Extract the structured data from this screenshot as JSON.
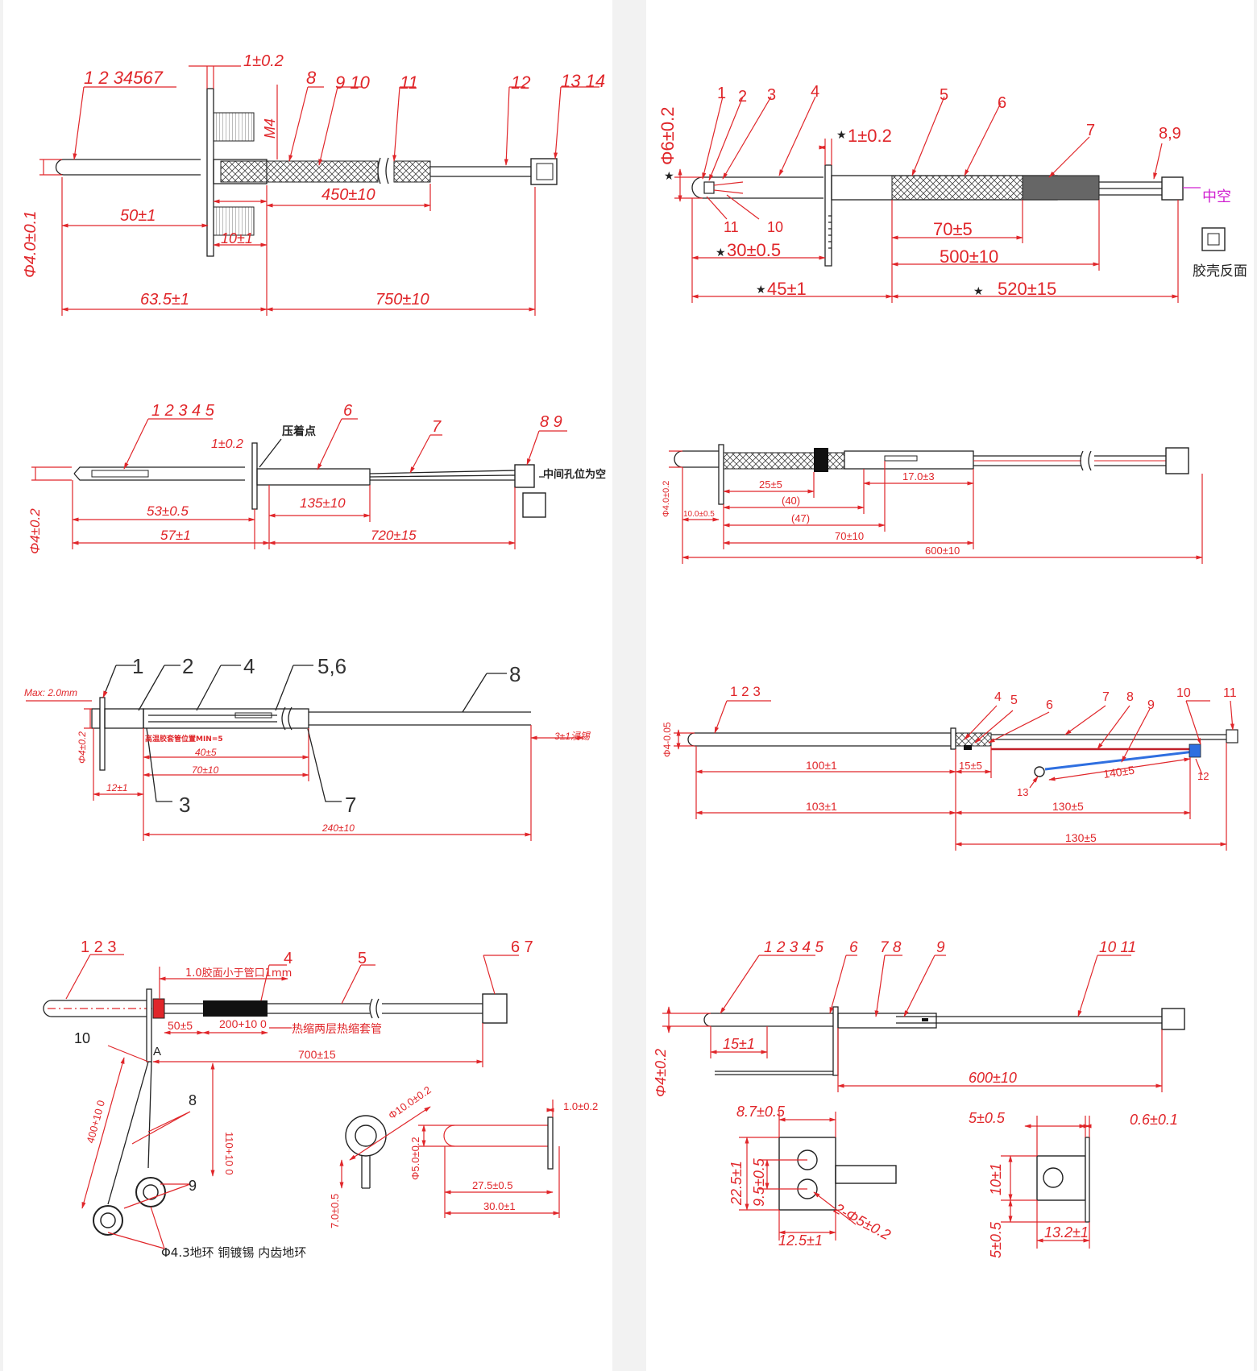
{
  "colors": {
    "dimension": "#e0262a",
    "outline": "#222222",
    "blue_wire": "#2f6fe0",
    "red_wire": "#c0202a",
    "magenta": "#d020d0"
  },
  "left": {
    "d1": {
      "parts": [
        "1 2 34567",
        "8",
        "9 10",
        "11",
        "12",
        "13 14"
      ],
      "dims": [
        "1±0.2",
        "M4",
        "450±10",
        "50±1",
        "10±1",
        "Φ4.0±0.1",
        "63.5±1",
        "750±10"
      ]
    },
    "d2": {
      "parts": [
        "1 2 3 4 5",
        "6",
        "7",
        "8 9"
      ],
      "dims": [
        "1±0.2",
        "53±0.5",
        "57±1",
        "135±10",
        "720±15",
        "Φ4±0.2"
      ],
      "notes": [
        "压着点",
        "中间孔位为空"
      ]
    },
    "d3": {
      "parts": [
        "1",
        "2",
        "4",
        "5,6",
        "8",
        "3",
        "7"
      ],
      "dims": [
        "Max: 2.0mm",
        "Φ4±0.2",
        "40±5",
        "70±10",
        "12±1",
        "240±10",
        "3±1浸锡"
      ],
      "notes": [
        "高温胶套管位置MIN=5"
      ]
    },
    "d4": {
      "parts": [
        "1 2 3",
        "4",
        "5",
        "6 7",
        "10",
        "8",
        "9",
        "A"
      ],
      "dims": [
        "1.0胶面小于管口1mm",
        "50±5",
        "200+10 0",
        "700±15",
        "400+10 0",
        "110+10 0",
        "Φ10.0±0.2",
        "Φ5.0±0.2",
        "7.0±0.5",
        "27.5±0.5",
        "30.0±1",
        "1.0±0.2"
      ],
      "notes": [
        "热缩两层热缩套管",
        "Φ4.3地环  铜镀锡  内齿地环"
      ]
    }
  },
  "right": {
    "d1": {
      "parts": [
        "1",
        "2",
        "3",
        "4",
        "5",
        "6",
        "7",
        "8,9",
        "11",
        "10"
      ],
      "dims": [
        "Φ6±0.2",
        "1±0.2",
        "70±5",
        "500±10",
        "30±0.5",
        "45±1",
        "520±15"
      ],
      "notes": [
        "中空",
        "胶壳反面"
      ]
    },
    "d2": {
      "dims": [
        "Φ4.0±0.2",
        "10.0±0.5",
        "25±5",
        "(40)",
        "(47)",
        "17.0±3",
        "70±10",
        "600±10"
      ]
    },
    "d3": {
      "parts": [
        "1 2 3",
        "4",
        "5",
        "6",
        "7",
        "8",
        "9",
        "10",
        "11",
        "12",
        "13"
      ],
      "dims": [
        "Φ4-0.05",
        "100±1",
        "15±5",
        "140±5",
        "130±5",
        "103±1",
        "130±5"
      ]
    },
    "d4": {
      "parts": [
        "1 2 3 4 5",
        "6",
        "7 8",
        "9",
        "10 11"
      ],
      "dims": [
        "Φ4±0.2",
        "15±1",
        "600±10",
        "8.7±0.5",
        "22.5±1",
        "9.5±0.5",
        "2-Φ5±0.2",
        "12.5±1",
        "5±0.5",
        "0.6±0.1",
        "10±1",
        "5±0.5",
        "13.2±1"
      ]
    }
  }
}
